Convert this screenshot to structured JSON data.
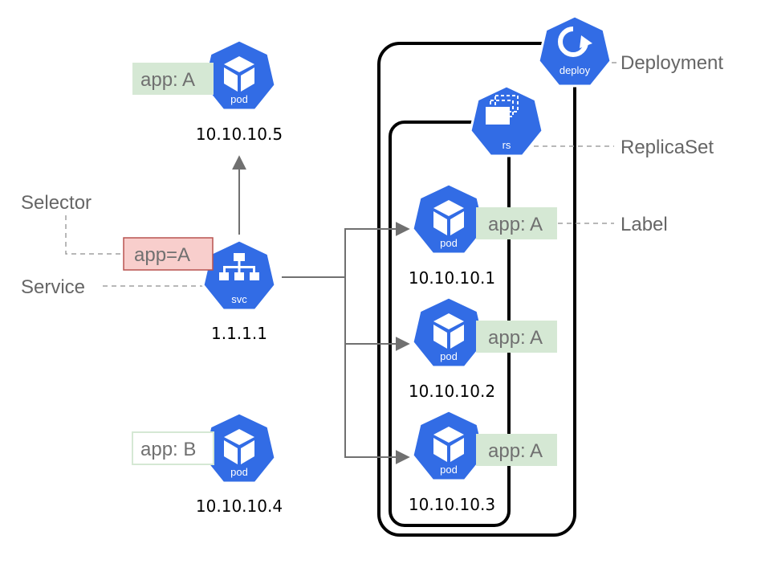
{
  "colors": {
    "k8s_blue": "#326ce5",
    "label_green": "#d5e8d4",
    "selector_red": "#f8cecc",
    "selector_border": "#b85450",
    "connector_gray": "#707070",
    "dashed_gray": "#a0a0a0"
  },
  "icons": {
    "pod": "pod-icon",
    "svc": "svc-icon",
    "rs": "replicaset-icon",
    "deploy": "deployment-icon"
  },
  "nodes": {
    "pod5": {
      "caption": "pod",
      "ip": "10.10.10.5",
      "label": "app: A"
    },
    "pod4": {
      "caption": "pod",
      "ip": "10.10.10.4",
      "label": "app: B"
    },
    "pod1": {
      "caption": "pod",
      "ip": "10.10.10.1",
      "label": "app: A"
    },
    "pod2": {
      "caption": "pod",
      "ip": "10.10.10.2",
      "label": "app: A"
    },
    "pod3": {
      "caption": "pod",
      "ip": "10.10.10.3",
      "label": "app: A"
    },
    "svc": {
      "caption": "svc",
      "ip": "1.1.1.1",
      "selector": "app=A"
    },
    "rs": {
      "caption": "rs"
    },
    "deploy": {
      "caption": "deploy"
    }
  },
  "annotations": {
    "deployment": "Deployment",
    "replicaset": "ReplicaSet",
    "label": "Label",
    "selector": "Selector",
    "service": "Service"
  }
}
